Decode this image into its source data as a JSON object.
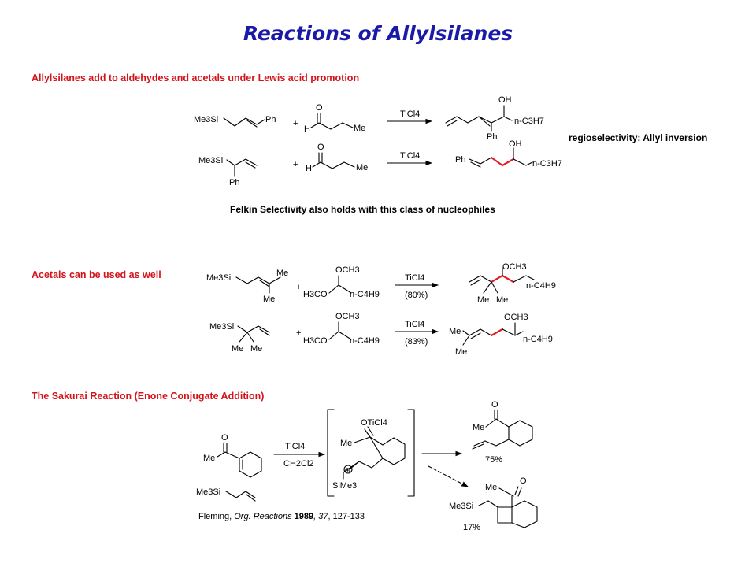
{
  "title": "Reactions of Allylsilanes",
  "sections": [
    {
      "heading": "Allylsilanes add to aldehydes and acetals under Lewis acid promotion"
    },
    {
      "heading": "Acetals can be used as well"
    },
    {
      "heading": "The Sakurai Reaction (Enone Conjugate Addition)"
    }
  ],
  "notes": {
    "regioselectivity": "regioselectivity: Allyl inversion",
    "felkin": "Felkin Selectivity also holds with this class of nucleophiles"
  },
  "labels": {
    "me3si": "Me3Si",
    "ph": "Ph",
    "me": "Me",
    "plus": "+",
    "h": "H",
    "o": "O",
    "oh": "OH",
    "och3": "OCH3",
    "h3co": "H3CO",
    "npr": "n-C3H7",
    "nbu": "n-C4H9",
    "ticl4": "TiCl4",
    "ch2cl2": "CH2Cl2",
    "otic": "OTiCl4",
    "sime3": "SiMe3",
    "oplus": "⊕"
  },
  "yields": {
    "acetal1": "(80%)",
    "acetal2": "(83%)",
    "sakurai_major": "75%",
    "sakurai_minor": "17%"
  },
  "reference": {
    "author": "Fleming, ",
    "journal": "Org. Reactions",
    "year": " 1989",
    "volume": ", 37",
    "pages": ", 127-133"
  }
}
